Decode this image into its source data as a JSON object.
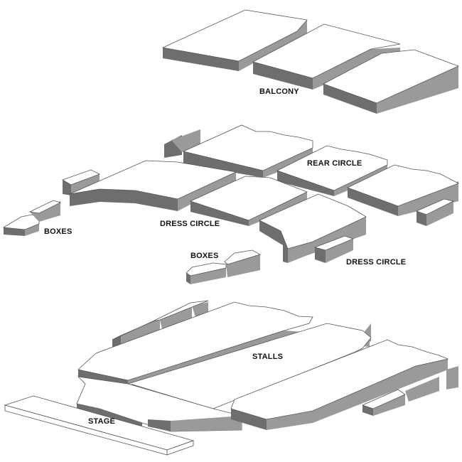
{
  "diagram": {
    "type": "theatre-seating-plan",
    "colors": {
      "top": "#ffffff",
      "side_dark": "#6d6e70",
      "side_light": "#9a9a9a",
      "outline": "#555555",
      "label": "#111111"
    },
    "labels": {
      "balcony": "BALCONY",
      "rear_circle": "REAR CIRCLE",
      "dress_circle_left": "DRESS CIRCLE",
      "dress_circle_right": "DRESS CIRCLE",
      "boxes_left": "BOXES",
      "boxes_center": "BOXES",
      "stalls": "STALLS",
      "stage": "STAGE"
    }
  }
}
